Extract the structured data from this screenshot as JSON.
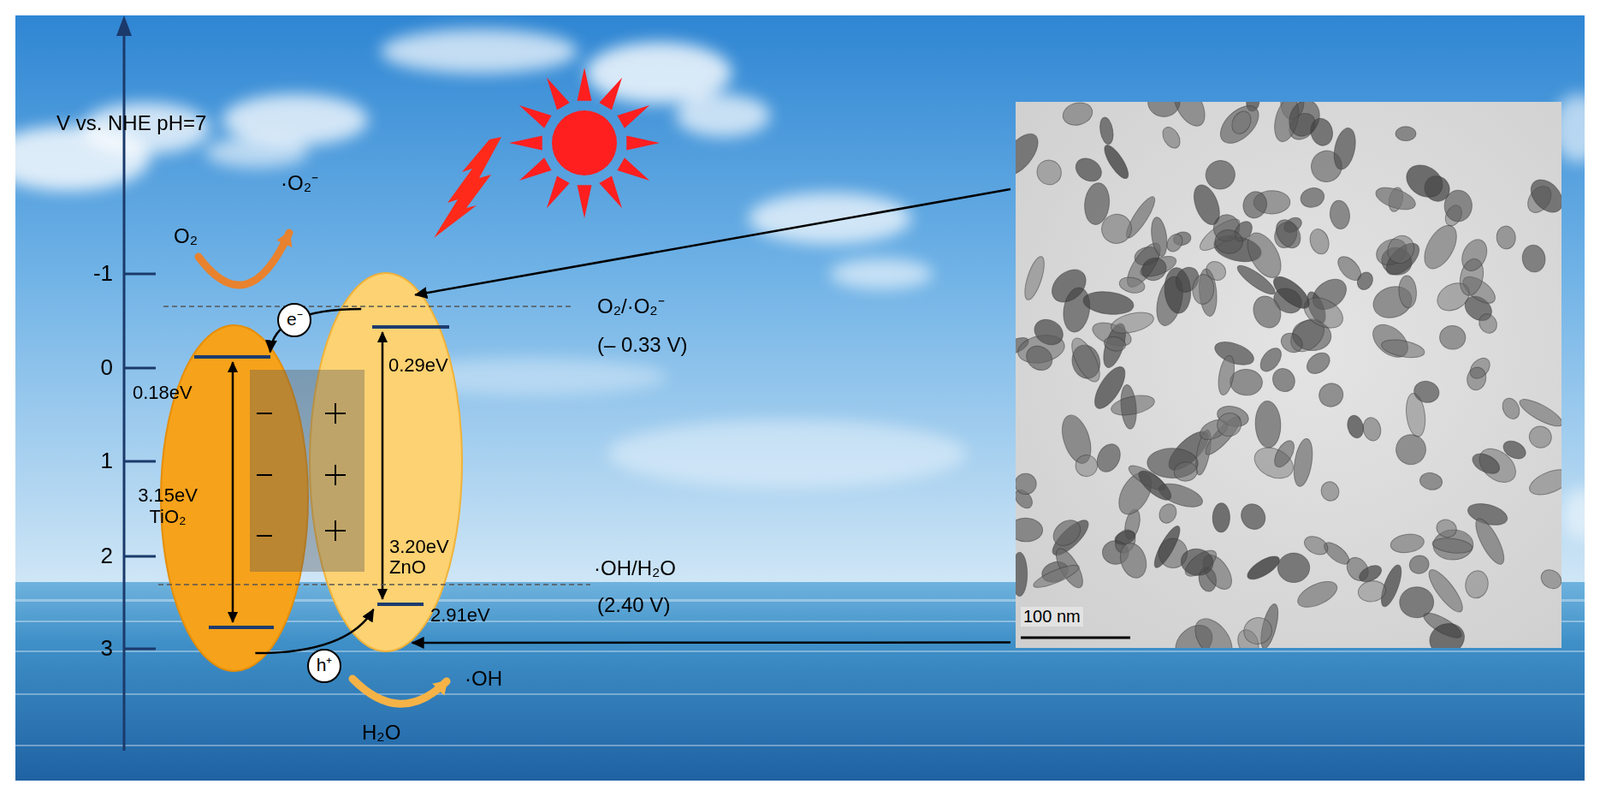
{
  "diagram": {
    "nodes": [
      {
        "text": [
          "0.18eV",
          "3.15eV TiO₂"
        ]
      },
      {
        "text": [
          "0.29eV",
          "3.20eV ZnO",
          "2.91eV"
        ]
      },
      {
        "text": [
          "100 nm"
        ]
      }
    ],
    "edges": [
      {
        "from": 1,
        "to": 0,
        "arrow": "to",
        "label": "e⁻"
      },
      {
        "from": 0,
        "to": 1,
        "arrow": "to",
        "label": "h⁺"
      },
      {
        "from": 2,
        "to": 1,
        "arrow": "to"
      },
      {
        "from": 2,
        "to": 1,
        "arrow": "to"
      }
    ],
    "labels": [
      "V vs. NHE pH=7",
      "-1",
      "0",
      "1",
      "2",
      "3",
      "O₂",
      "·O₂⁻",
      "O₂/·O₂⁻",
      "(– 0.33 V)",
      "·OH/H₂O",
      "(2.40 V)",
      "·OH",
      "H₂O"
    ]
  }
}
